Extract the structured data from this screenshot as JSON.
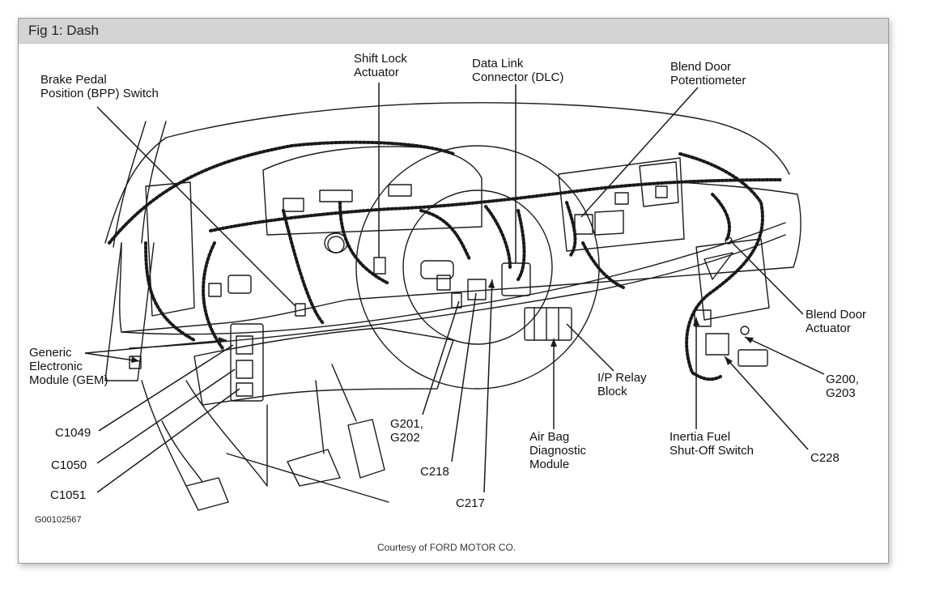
{
  "figure": {
    "title": "Fig 1: Dash",
    "drawing_code": "G00102567",
    "courtesy": "Courtesy of FORD MOTOR CO."
  },
  "labels": {
    "bpp_switch": [
      "Brake Pedal",
      "Position (BPP) Switch"
    ],
    "shift_lock": [
      "Shift Lock",
      "Actuator"
    ],
    "dlc": [
      "Data Link",
      "Connector (DLC)"
    ],
    "blend_pot": [
      "Blend Door",
      "Potentiometer"
    ],
    "gem": [
      "Generic",
      "Electronic",
      "Module (GEM)"
    ],
    "blend_act": [
      "Blend Door",
      "Actuator"
    ],
    "ip_relay": [
      "I/P Relay",
      "Block"
    ],
    "g200": [
      "G200,",
      "G203"
    ],
    "g201": [
      "G201,",
      "G202"
    ],
    "airbag": [
      "Air Bag",
      "Diagnostic",
      "Module"
    ],
    "inertia": [
      "Inertia Fuel",
      "Shut-Off Switch"
    ],
    "c1049": "C1049",
    "c1050": "C1050",
    "c1051": "C1051",
    "c218": "C218",
    "c217": "C217",
    "c228": "C228"
  }
}
